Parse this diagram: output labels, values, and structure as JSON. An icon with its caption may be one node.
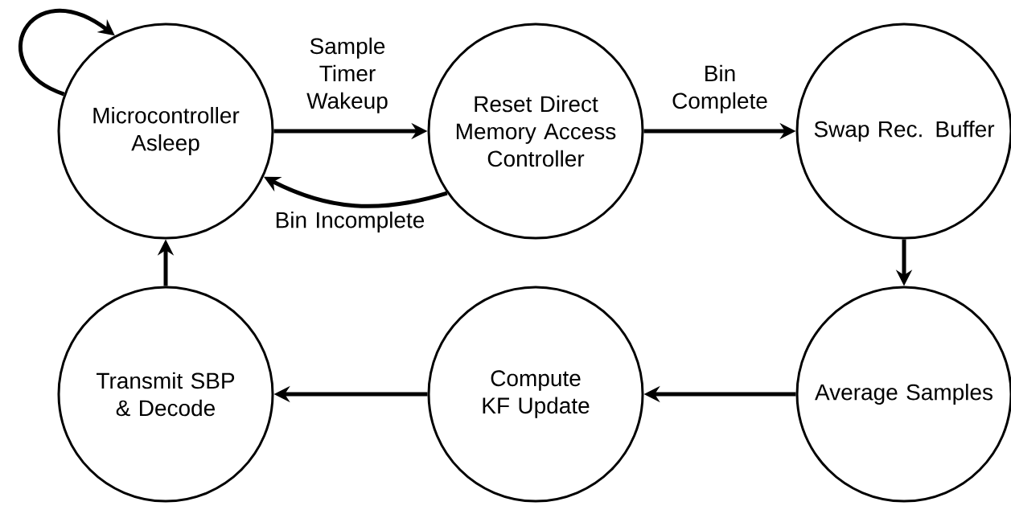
{
  "diagram": {
    "nodes": [
      {
        "text": [
          "Microcontroller Asleep"
        ]
      },
      {
        "text": [
          "Reset Direct Memory Access Controller"
        ]
      },
      {
        "text": [
          "Swap Rec. Buffer"
        ]
      },
      {
        "text": [
          "Average Samples"
        ]
      },
      {
        "text": [
          "Compute KF Update"
        ]
      },
      {
        "text": [
          "Transmit SBP & Decode"
        ]
      }
    ],
    "edges": [
      {
        "from": 0,
        "to": 0,
        "arrow": "to"
      },
      {
        "from": 0,
        "to": 1,
        "arrow": "to",
        "label": "Sample Timer Wakeup"
      },
      {
        "from": 1,
        "to": 2,
        "arrow": "to",
        "label": "Bin Complete"
      },
      {
        "from": 1,
        "to": 0,
        "arrow": "to",
        "label": "Bin Incomplete"
      },
      {
        "from": 2,
        "to": 3,
        "arrow": "to"
      },
      {
        "from": 3,
        "to": 4,
        "arrow": "to"
      },
      {
        "from": 4,
        "to": 5,
        "arrow": "to"
      },
      {
        "from": 5,
        "to": 0,
        "arrow": "to"
      }
    ]
  }
}
